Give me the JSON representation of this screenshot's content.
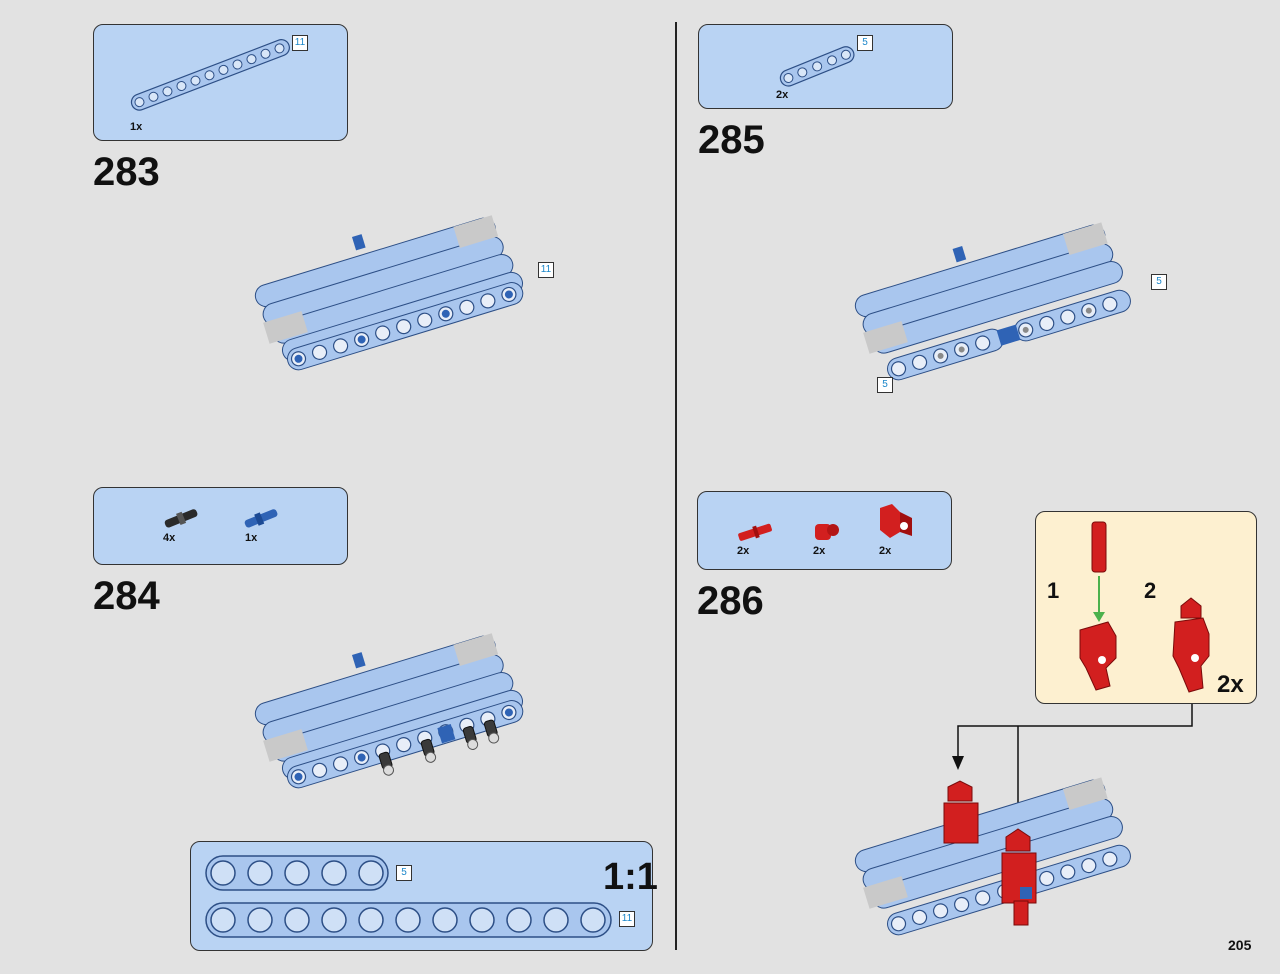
{
  "page": {
    "number": "205"
  },
  "steps": [
    {
      "number": "283",
      "parts": [
        {
          "qty": "1x",
          "length": "11"
        }
      ],
      "callout": "11"
    },
    {
      "number": "284",
      "parts": [
        {
          "qty": "4x"
        },
        {
          "qty": "1x"
        }
      ]
    },
    {
      "number": "285",
      "parts": [
        {
          "qty": "2x",
          "length": "5"
        }
      ],
      "callouts": [
        "5",
        "5"
      ]
    },
    {
      "number": "286",
      "parts": [
        {
          "qty": "2x"
        },
        {
          "qty": "2x"
        },
        {
          "qty": "2x"
        }
      ]
    }
  ],
  "subassembly": {
    "substeps": [
      "1",
      "2"
    ],
    "multiplier": "2x"
  },
  "scale_box": {
    "label": "1:1",
    "beams": [
      {
        "length": "5"
      },
      {
        "length": "11"
      }
    ]
  },
  "colors": {
    "beam_blue": "#a9c6ee",
    "beam_edge": "#2d4f86",
    "hole_blue": "#2f63b5",
    "gray_end": "#c9c9c9",
    "red": "#d21f1f",
    "callout_blue": "#b9d3f3",
    "callout_yellow": "#fdf0d0",
    "arrow_green": "#4cb14c"
  }
}
